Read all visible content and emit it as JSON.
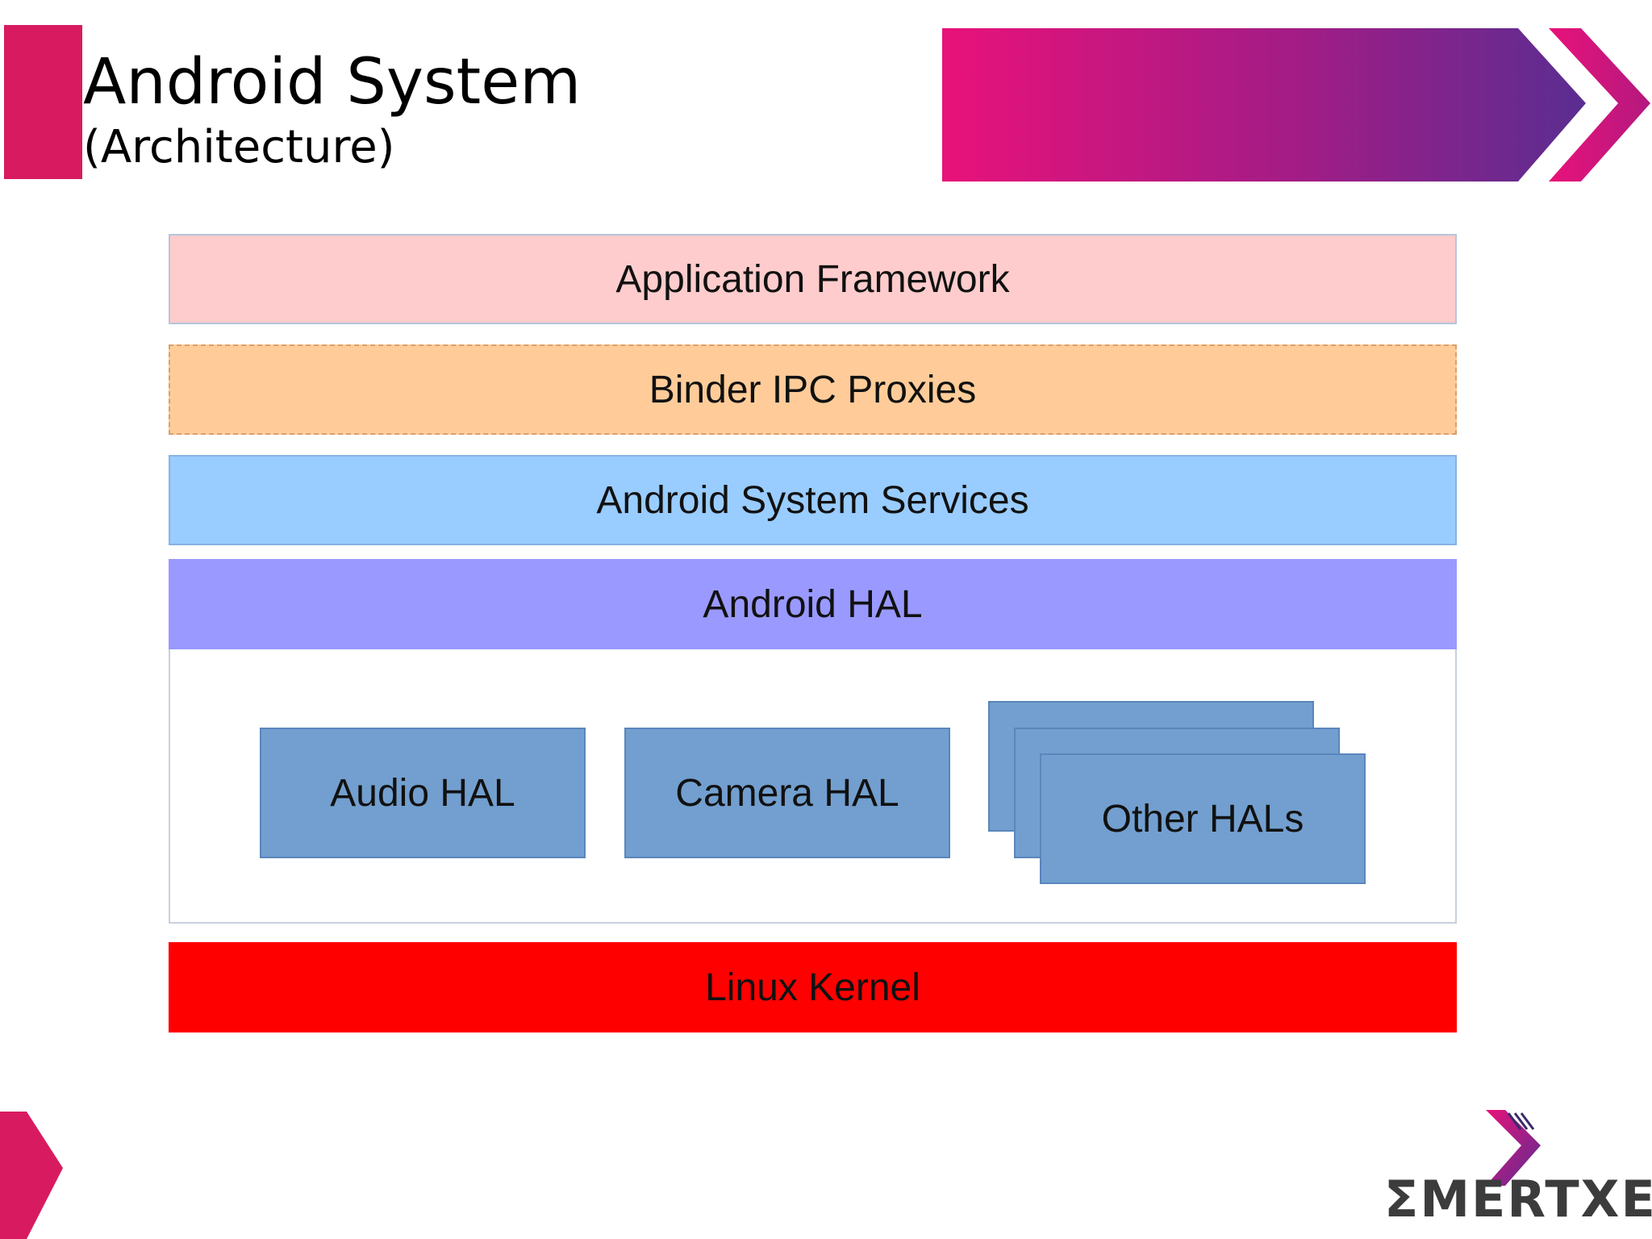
{
  "header": {
    "title": "Android System",
    "subtitle": "(Architecture)"
  },
  "diagram": {
    "layers": {
      "application_framework": "Application Framework",
      "binder_ipc_proxies": "Binder IPC Proxies",
      "system_services": "Android System Services",
      "android_hal": "Android HAL",
      "linux_kernel": "Linux Kernel"
    },
    "hal_modules": {
      "audio": "Audio HAL",
      "camera": "Camera HAL",
      "other": "Other HALs"
    }
  },
  "footer": {
    "logo_text": "ΣMERTXE"
  },
  "colors": {
    "accent": "#d81b60",
    "banner_start": "#e8127a",
    "banner_end": "#5a2d91",
    "application_framework": "#fecccc",
    "binder_ipc_proxies": "#ffcc99",
    "system_services": "#99ccff",
    "android_hal": "#9999ff",
    "hal_module": "#729fcf",
    "linux_kernel": "#ff0000"
  }
}
